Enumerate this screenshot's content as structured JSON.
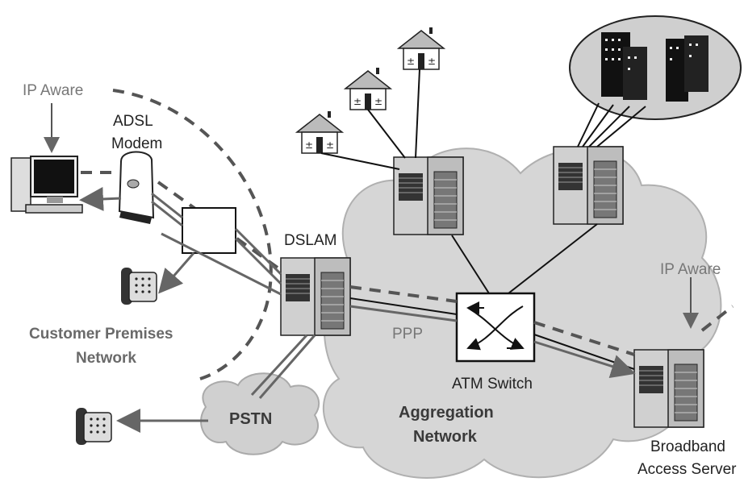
{
  "labels": {
    "ip_aware_left": "IP Aware",
    "adsl_line1": "ADSL",
    "adsl_line2": "Modem",
    "dslam": "DSLAM",
    "customer_line1": "Customer Premises",
    "customer_line2": "Network",
    "ppp": "PPP",
    "atm_switch": "ATM Switch",
    "aggregation_line1": "Aggregation",
    "aggregation_line2": "Network",
    "pstn": "PSTN",
    "ip_aware_right": "IP Aware",
    "bas_line1": "Broadband",
    "bas_line2": "Access Server"
  },
  "colors": {
    "cloud_fill": "#d6d6d6",
    "line": "#111111",
    "arrow_gray": "#666666",
    "equipment_fill": "#bdbdbd",
    "dashed": "#555555"
  }
}
